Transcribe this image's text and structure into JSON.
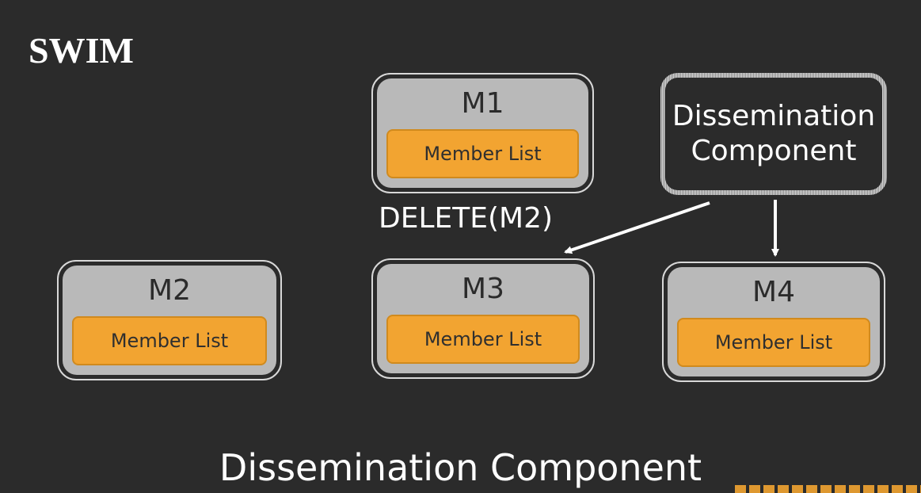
{
  "title": "SWIM",
  "caption": "Dissemination Component",
  "message_label": "DELETE(M2)",
  "dissemination_box": {
    "line1": "Dissemination",
    "line2": "Component"
  },
  "nodes": [
    {
      "label": "M1",
      "list_label": "Member List"
    },
    {
      "label": "M2",
      "list_label": "Member List"
    },
    {
      "label": "M3",
      "list_label": "Member List"
    },
    {
      "label": "M4",
      "list_label": "Member List"
    }
  ],
  "colors": {
    "background": "#2b2b2b",
    "node_fill": "#b9b9b9",
    "member_list_fill": "#f2a431",
    "text": "#ffffff"
  }
}
